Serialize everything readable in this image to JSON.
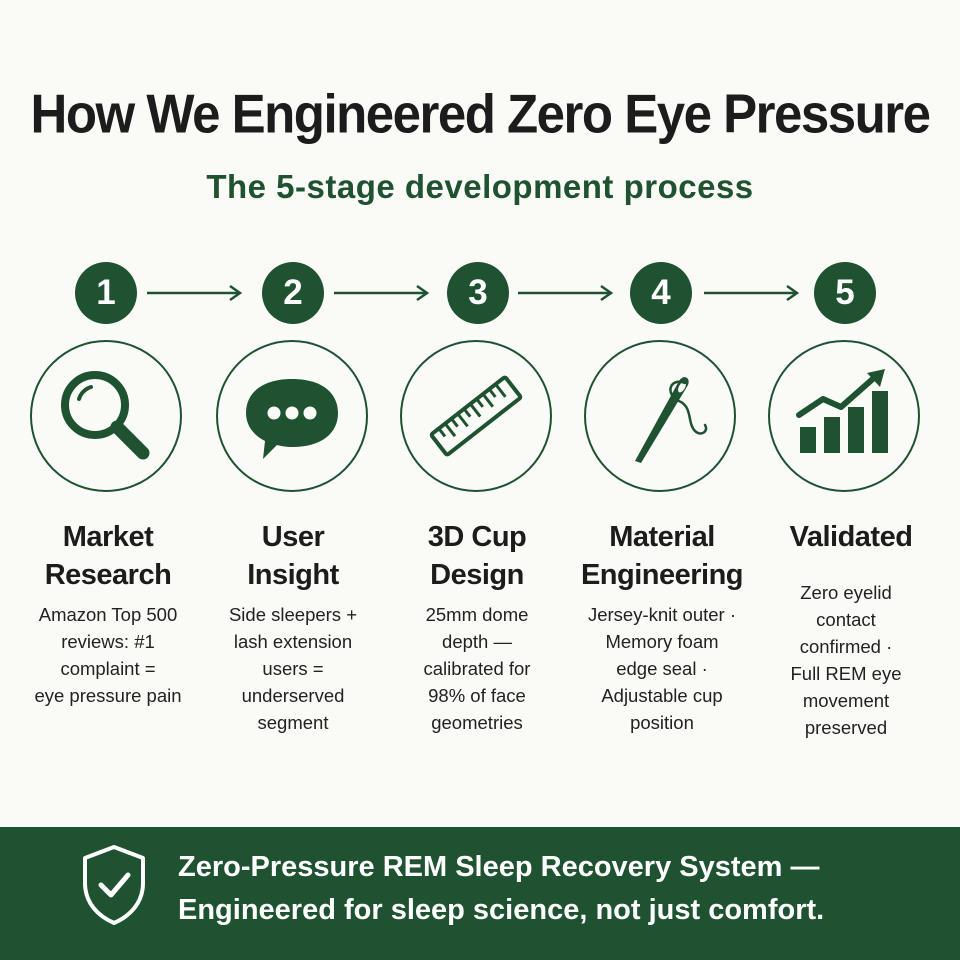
{
  "header": {
    "title": "How We Engineered Zero Eye Pressure",
    "subtitle": "The 5-stage development process"
  },
  "stages": [
    {
      "number": "1",
      "icon": "magnifier-icon",
      "title_line1": "Market",
      "title_line2": "Research",
      "desc": [
        "Amazon Top 500",
        "reviews: #1",
        "complaint =",
        "eye pressure pain"
      ]
    },
    {
      "number": "2",
      "icon": "speech-bubble-icon",
      "title_line1": "User",
      "title_line2": "Insight",
      "desc": [
        "Side sleepers +",
        "lash extension",
        "users =",
        "underserved",
        "segment"
      ]
    },
    {
      "number": "3",
      "icon": "ruler-icon",
      "title_line1": "3D Cup",
      "title_line2": "Design",
      "desc": [
        "25mm dome",
        "depth —",
        "calibrated for",
        "98% of face",
        "geometries"
      ]
    },
    {
      "number": "4",
      "icon": "needle-thread-icon",
      "title_line1": "Material",
      "title_line2": "Engineering",
      "desc": [
        "Jersey-knit outer ·",
        "Memory foam",
        "edge seal ·",
        "Adjustable cup",
        "position"
      ]
    },
    {
      "number": "5",
      "icon": "growth-chart-icon",
      "title_line1": "Validated",
      "title_line2": "",
      "desc": [
        "Zero eyelid",
        "contact",
        "confirmed ·",
        "Full REM eye",
        "movement",
        "preserved"
      ]
    }
  ],
  "banner": {
    "icon": "shield-check-icon",
    "line1": "Zero-Pressure REM Sleep Recovery System —",
    "line2": "Engineered for sleep science, not just comfort."
  },
  "colors": {
    "accent": "#1e5231",
    "background": "#fafaf6",
    "text": "#1c1c1c"
  }
}
